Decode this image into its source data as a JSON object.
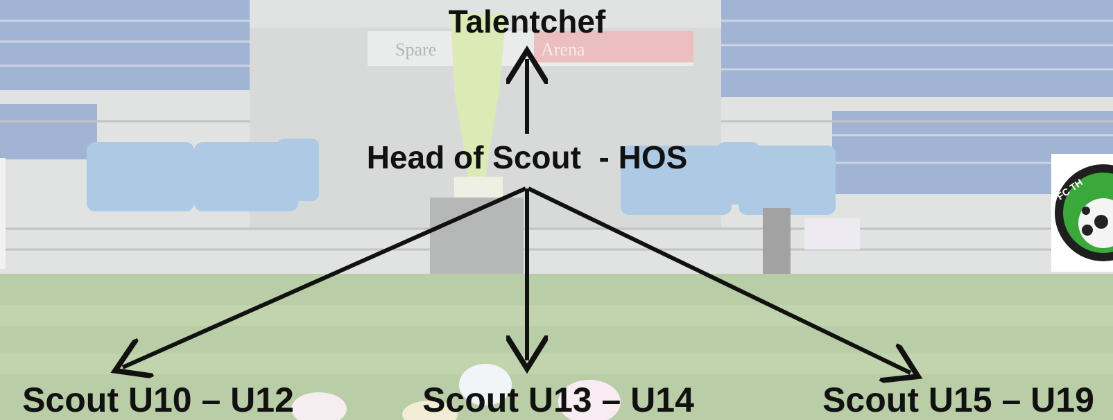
{
  "diagram": {
    "top": "Talentchef",
    "middle": "Head of Scout  - HOS",
    "children": [
      "Scout U10 – U12",
      "Scout U13 – U14",
      "Scout U15 – U19"
    ]
  },
  "background": {
    "signage": [
      "Spare",
      "Arena"
    ],
    "logo_text": "FC TH"
  },
  "colors": {
    "text": "#111111",
    "arrow": "#111111",
    "seats": "#3f6fb2",
    "grass": "#6f9a4a",
    "logo_ring": "#2b8a2b"
  }
}
